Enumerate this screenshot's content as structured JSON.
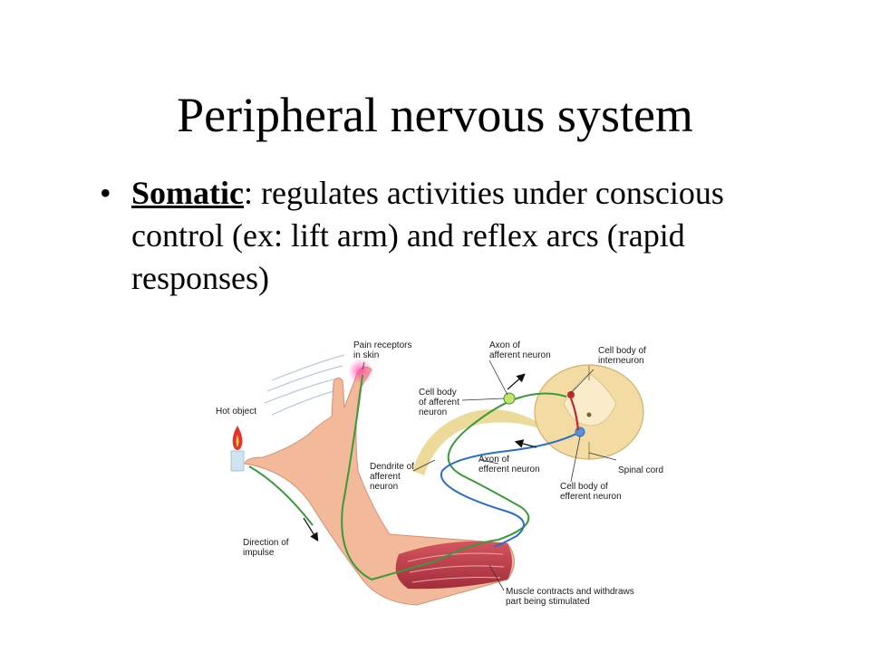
{
  "title": "Peripheral nervous system",
  "bullet": {
    "term": "Somatic",
    "text": ": regulates activities under conscious control (ex: lift arm) and reflex arcs (rapid responses)"
  },
  "diagram": {
    "labels": {
      "pain_receptors_1": "Pain receptors",
      "pain_receptors_2": "in skin",
      "hot_object": "Hot object",
      "axon_afferent_1": "Axon of",
      "axon_afferent_2": "afferent neuron",
      "cell_body_interneuron_1": "Cell body of",
      "cell_body_interneuron_2": "interneuron",
      "cell_body_afferent_1": "Cell body",
      "cell_body_afferent_2": "of afferent",
      "cell_body_afferent_3": "neuron",
      "dendrite_afferent_1": "Dendrite of",
      "dendrite_afferent_2": "afferent",
      "dendrite_afferent_3": "neuron",
      "axon_efferent_1": "Axon of",
      "axon_efferent_2": "efferent neuron",
      "spinal_cord": "Spinal cord",
      "cell_body_efferent_1": "Cell body of",
      "cell_body_efferent_2": "efferent neuron",
      "direction_impulse_1": "Direction of",
      "direction_impulse_2": "impulse",
      "muscle_1": "Muscle contracts and withdraws",
      "muscle_2": "part being stimulated"
    },
    "colors": {
      "afferent_neuron": "#3a9a3a",
      "efferent_neuron": "#2a6fc4",
      "interneuron": "#c0272d",
      "skin": "#f2b99a",
      "muscle": "#c8434f",
      "spinal_cord": "#f3dba4",
      "nerve_sheath": "#e9d48a"
    }
  }
}
